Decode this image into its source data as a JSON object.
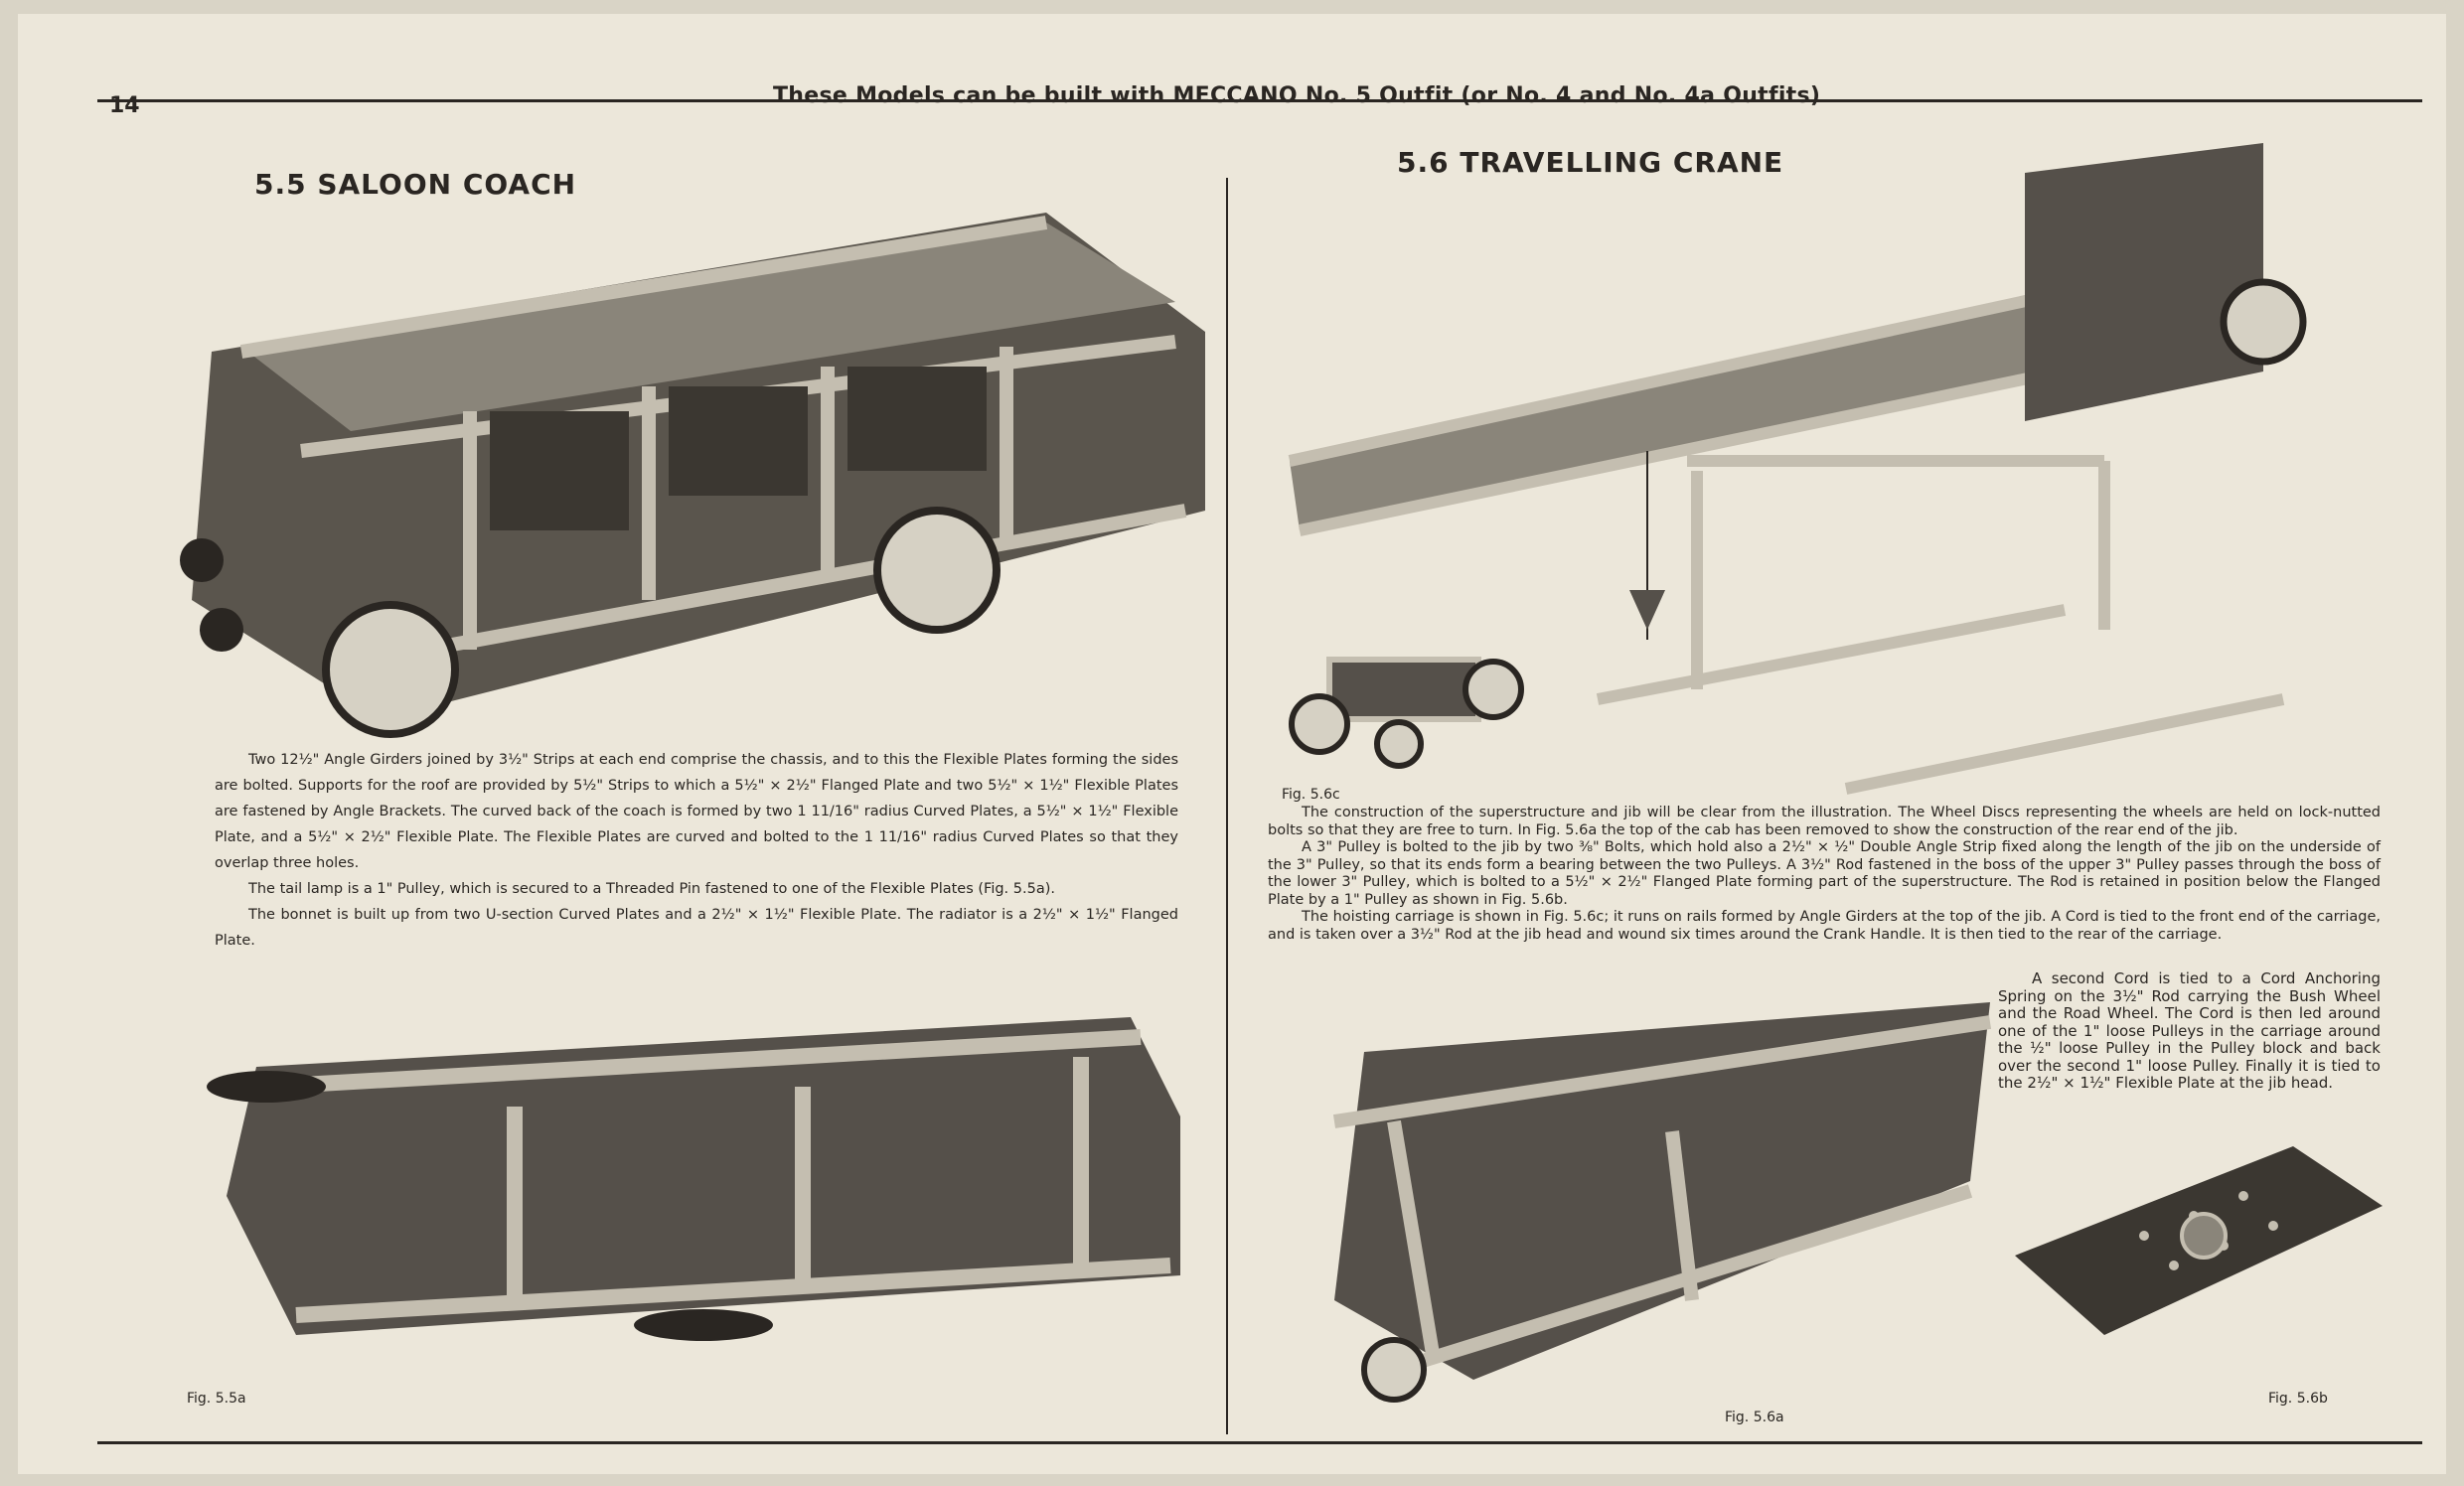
{
  "header": {
    "page_number": "14",
    "running_title": "These Models can be built with MECCANO No. 5 Outfit (or No. 4 and No. 4a Outfits)"
  },
  "left": {
    "title": "5.5  SALOON COACH",
    "paragraphs": [
      "Two 12½\" Angle Girders joined by 3½\" Strips at each end comprise the chassis, and to this the Flexible Plates forming the sides are bolted. Supports for the roof are provided by 5½\" Strips to which a 5½\" × 2½\" Flanged Plate and two 5½\" × 1½\" Flexible Plates are fastened by Angle Brackets. The curved back of the coach is formed by two 1 11/16\" radius Curved Plates, a 5½\" × 1½\" Flexible Plate, and a 5½\" × 2½\" Flexible Plate. The Flexible Plates are curved and bolted to the 1 11/16\" radius Curved Plates so that they overlap three holes.",
      "The tail lamp is a 1\" Pulley, which is secured to a Threaded Pin fastened to one of the Flexible Plates (Fig. 5.5a).",
      "The bonnet is built up from two U-section Curved Plates and a 2½\" × 1½\" Flexible Plate. The radiator is a 2½\" × 1½\" Flanged Plate."
    ],
    "fig_bottom": "Fig. 5.5a"
  },
  "right": {
    "title": "5.6  TRAVELLING CRANE",
    "fig_carriage": "Fig. 5.6c",
    "paragraphs": [
      "The construction of the superstructure and jib will be clear from the illustration. The Wheel Discs representing the wheels are held on lock-nutted bolts so that they are free to turn. In Fig. 5.6a the top of the cab has been removed to show the construction of the rear end of the jib.",
      "A 3\" Pulley is bolted to the jib by two ⅜\" Bolts, which hold also a 2½\" × ½\" Double Angle Strip fixed along the length of the jib on the underside of the 3\" Pulley, so that its ends form a bearing between the two Pulleys. A 3½\" Rod fastened in the boss of the upper 3\" Pulley passes through the boss of the lower 3\" Pulley, which is bolted to a 5½\" × 2½\" Flanged Plate forming part of the superstructure. The Rod is retained in position below the Flanged Plate by a 1\" Pulley as shown in Fig. 5.6b.",
      "The hoisting carriage is shown in Fig. 5.6c; it runs on rails formed by Angle Girders at the top of the jib. A Cord is tied to the front end of the carriage, and is taken over a 3½\" Rod at the jib head and wound six times around the Crank Handle. It is then tied to the rear of the carriage."
    ],
    "side_paragraph": "A second Cord is tied to a Cord Anchoring Spring on the 3½\" Rod carrying the Bush Wheel and the Road Wheel. The Cord is then led around one of the 1\" loose Pulleys in the carriage around the ½\" loose Pulley in the Pulley block and back over the second 1\" loose Pulley. Finally it is tied to the 2½\" × 1½\" Flexible Plate at the jib head.",
    "fig_a": "Fig. 5.6a",
    "fig_b": "Fig. 5.6b"
  },
  "colors": {
    "paper": "#ece7da",
    "ink": "#2a2622",
    "plate": "#4a4640",
    "strip": "#b9b4a6"
  }
}
